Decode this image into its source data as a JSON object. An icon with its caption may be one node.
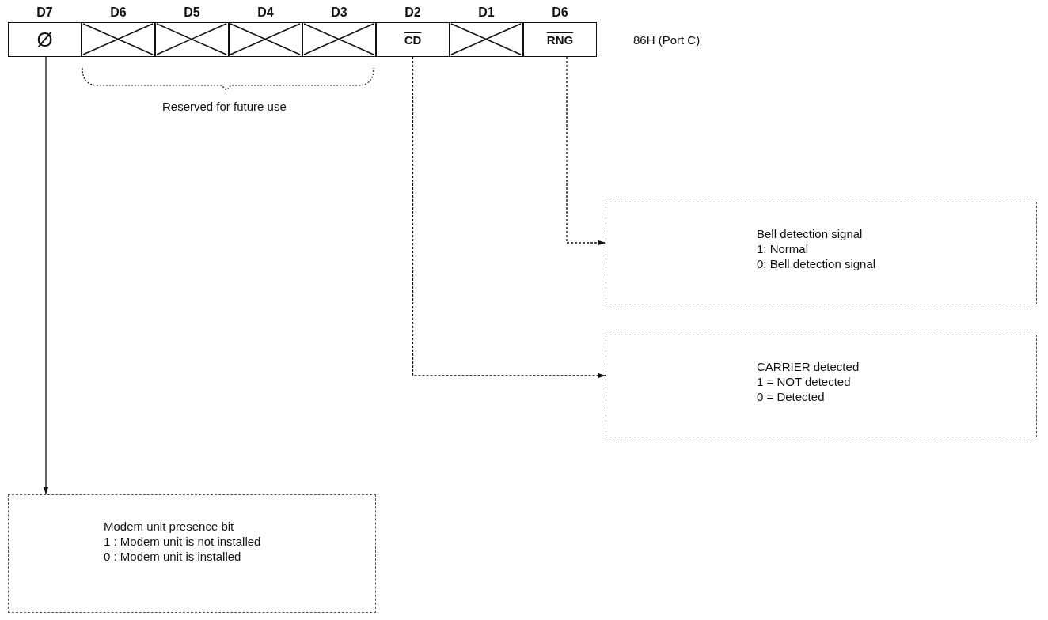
{
  "diagram": {
    "nodes": [
      {
        "text": [
          "D7",
          "Ø"
        ]
      },
      {
        "text": [
          "D6"
        ]
      },
      {
        "text": [
          "D5"
        ]
      },
      {
        "text": [
          "D4"
        ]
      },
      {
        "text": [
          "D3"
        ]
      },
      {
        "text": [
          "D2",
          "CD"
        ]
      },
      {
        "text": [
          "D1"
        ]
      },
      {
        "text": [
          "D6",
          "RNG"
        ]
      },
      {
        "text": [
          "Bell detection signal",
          "1: Normal",
          "0: Bell detection signal"
        ]
      },
      {
        "text": [
          "CARRIER detected",
          "1 = NOT detected",
          "0 = Detected"
        ]
      },
      {
        "text": [
          "Modem unit presence bit",
          "1 : Modem unit is not installed",
          "0 : Modem unit is installed"
        ]
      }
    ],
    "edges": [
      {
        "from": 7,
        "to": 8,
        "arrow": "to",
        "style": "dashed"
      },
      {
        "from": 5,
        "to": 9,
        "arrow": "to",
        "style": "dashed"
      },
      {
        "from": 0,
        "to": 10,
        "arrow": "to"
      }
    ],
    "labels": [
      "86H (Port C)",
      "Reserved for future use"
    ]
  }
}
